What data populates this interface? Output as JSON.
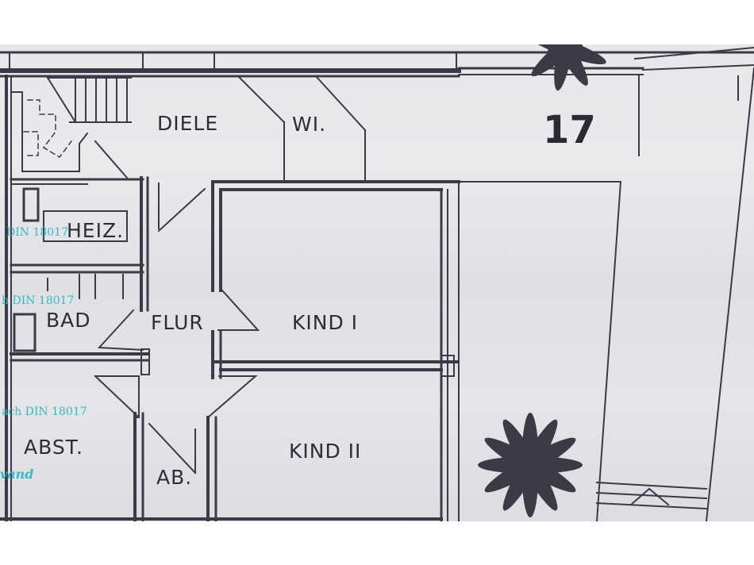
{
  "rooms": {
    "diele": "DIELE",
    "wi": "WI.",
    "heiz": "HEIZ.",
    "bad": "BAD",
    "flur": "FLUR",
    "kind1": "KIND I",
    "kind2": "KIND II",
    "abst": "ABST.",
    "ab": "AB."
  },
  "unit_number": "17",
  "annotations": {
    "din_1": "DIN 18017",
    "din_2": "h DIN 18017",
    "din_3": "ach DIN 18017",
    "wand": "vand"
  },
  "colors": {
    "wall": "#3a3b45",
    "annotation": "#3ab9c4",
    "paper": "#e4e5e8"
  }
}
